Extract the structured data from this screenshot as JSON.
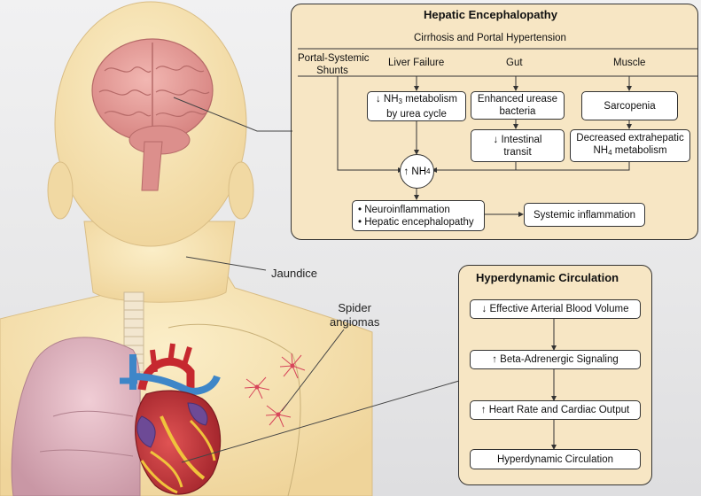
{
  "hepatic": {
    "title": "Hepatic Encephalopathy",
    "subtitle": "Cirrhosis and Portal Hypertension",
    "col_shunts_1": "Portal-Systemic",
    "col_shunts_2": "Shunts",
    "col_liver": "Liver Failure",
    "col_gut": "Gut",
    "col_muscle": "Muscle",
    "nh3_line1_pre": "↓ NH",
    "nh3_sub": "3",
    "nh3_line1_post": " metabolism",
    "nh3_line2": "by urea cycle",
    "urease_1": "Enhanced urease",
    "urease_2": "bacteria",
    "sarcopenia": "Sarcopenia",
    "transit_1": "↓ Intestinal",
    "transit_2": "transit",
    "extra_1": "Decreased extrahepatic",
    "extra_2_pre": "NH",
    "extra_2_sub": "4",
    "extra_2_post": " metabolism",
    "nh4_pre": "↑ NH",
    "nh4_sub": "4",
    "outcome_1": "• Neuroinflammation",
    "outcome_2": "• Hepatic encephalopathy",
    "systemic": "Systemic inflammation"
  },
  "hyperdynamic": {
    "title": "Hyperdynamic Circulation",
    "steps": [
      "↓ Effective Arterial Blood Volume",
      "↑ Beta-Adrenergic Signaling",
      "↑ Heart Rate and Cardiac Output",
      "Hyperdynamic Circulation"
    ]
  },
  "callouts": {
    "jaundice": "Jaundice",
    "spider_1": "Spider",
    "spider_2": "angiomas"
  },
  "colors": {
    "panel_fill": "#f7e6c4",
    "skin": "#f6e2b0",
    "brain": "#e39a98",
    "lung": "#e0b4bf",
    "heart": "#c9333b",
    "vessel_blue": "#3e86c8"
  }
}
